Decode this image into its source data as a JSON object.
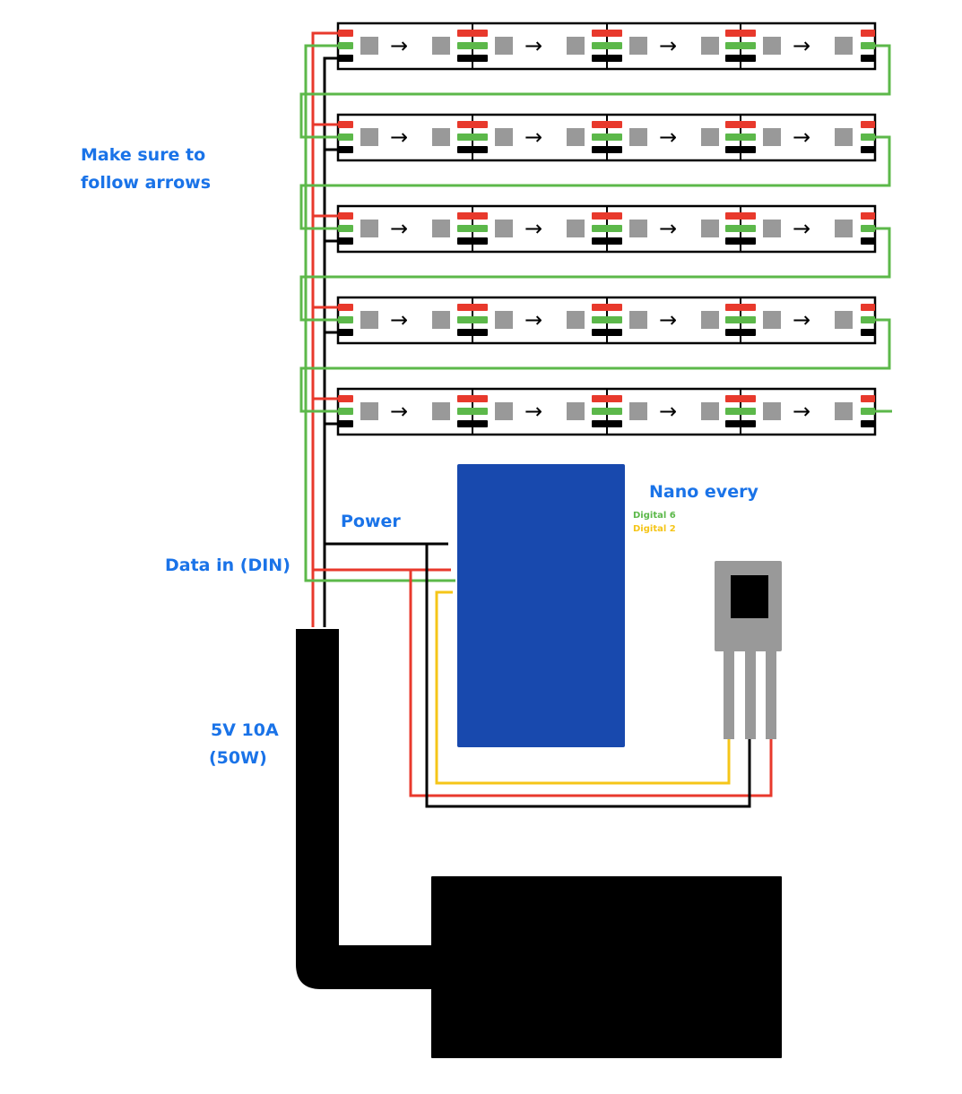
{
  "labels": {
    "instructions_line1": "Make sure to",
    "instructions_line2": "follow arrows",
    "power": "Power",
    "data_in": "Data in (DIN)",
    "psu_line1": "5V 10A",
    "psu_line2": "(50W)",
    "board_name": "Nano every",
    "pin_data": "Digital 6",
    "pin_button": "Digital 2"
  },
  "led_strips": {
    "count": 5,
    "segments_per_strip": 4,
    "direction_arrow": "→"
  },
  "components": {
    "board": "Nano every",
    "power_supply": "5V 10A (50W)",
    "sensor": "3-pin transistor-style component"
  },
  "colors": {
    "wire_power": "#e8392c",
    "wire_data": "#5cb84a",
    "wire_ground": "#000000",
    "wire_signal": "#f5c518",
    "board": "#1849ae",
    "led": "#999999",
    "label": "#1a73e8"
  }
}
